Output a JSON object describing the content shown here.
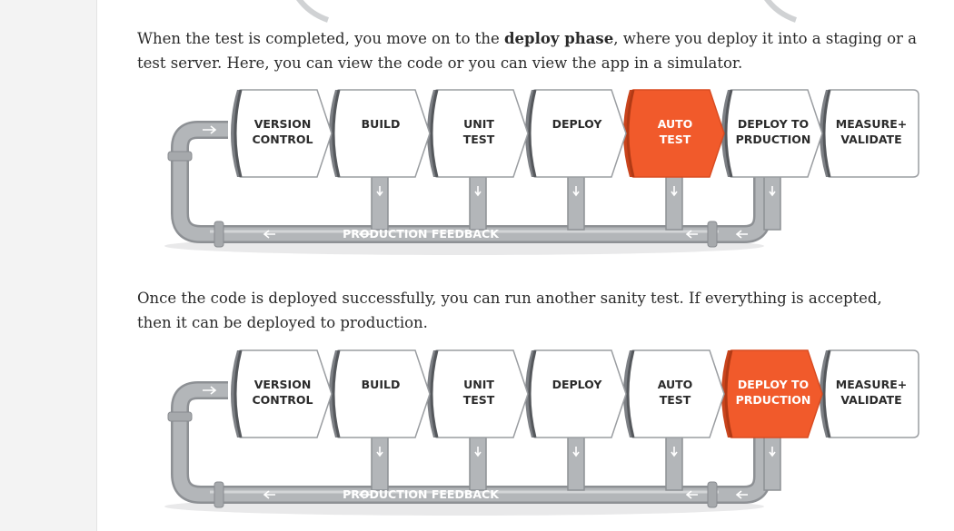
{
  "top_arc_fragment": true,
  "paragraphs": [
    {
      "pre": "When the test is completed, you move on to the ",
      "bold": "deploy phase",
      "post": ", where you deploy it into a staging or a test server. Here, you can view the code or you can view the app in a simulator."
    },
    {
      "pre": "Once the code is deployed successfully, you can run another sanity test. If everything is accepted, then it can be deployed to production.",
      "bold": "",
      "post": ""
    }
  ],
  "pipeline": {
    "stages": [
      {
        "line1": "VERSION",
        "line2": "CONTROL"
      },
      {
        "line1": "BUILD",
        "line2": ""
      },
      {
        "line1": "UNIT",
        "line2": "TEST"
      },
      {
        "line1": "DEPLOY",
        "line2": ""
      },
      {
        "line1": "AUTO",
        "line2": "TEST"
      },
      {
        "line1": "DEPLOY TO",
        "line2": "PRDUCTION"
      },
      {
        "line1": "MEASURE+",
        "line2": "VALIDATE"
      }
    ],
    "feedback_label": "PRODUCTION FEEDBACK",
    "colors": {
      "active": "#f15a2b",
      "inactive": "#ffffff",
      "pipe": "#b3b6b9",
      "pipe_dark": "#8d9094",
      "text": "#2b2b2b"
    }
  },
  "diagrams": [
    {
      "active_stage": 4
    },
    {
      "active_stage": 5
    }
  ]
}
